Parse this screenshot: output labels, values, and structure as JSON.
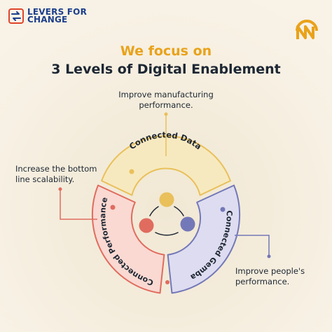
{
  "brand": {
    "left_logo_line1": "LEVERS FOR",
    "left_logo_line2": "CHANGE",
    "left_logo_icon": "square-arrows-icon",
    "right_logo_icon": "nn-arch-logo-icon"
  },
  "heading": {
    "line1": "We focus on",
    "line2": "3 Levels of Digital Enablement"
  },
  "levels": [
    {
      "label": "Connected Data",
      "color": "#e9c05a",
      "fill": "#f7e9bf"
    },
    {
      "label": "Connected Performance",
      "color": "#e06c5f",
      "fill": "#f9d9d2"
    },
    {
      "label": "Connected Gemba",
      "color": "#7378b8",
      "fill": "#dedcf0"
    }
  ],
  "notes": {
    "top_line1": "Improve manufacturing",
    "top_line2": "performance.",
    "left_line1": "Increase the bottom",
    "left_line2": "line scalability.",
    "right_line1": "Improve people's",
    "right_line2": "performance."
  },
  "colors": {
    "orange": "#e9a21a",
    "navy": "#1c3f8c",
    "text": "#1d2733",
    "yellow": "#e9c05a",
    "red": "#e06c5f",
    "purple": "#7378b8"
  }
}
